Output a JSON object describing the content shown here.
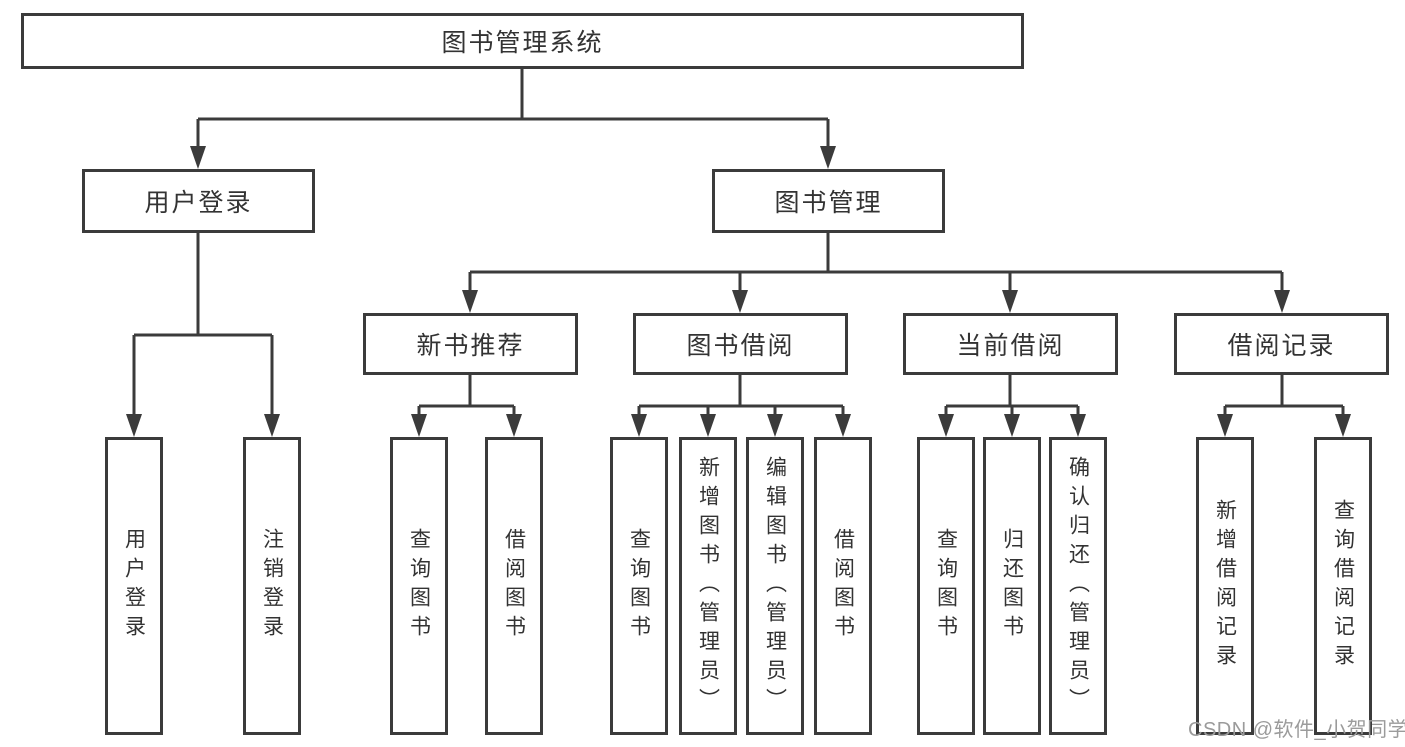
{
  "diagram": {
    "root": {
      "label": "图书管理系统"
    },
    "level2": [
      {
        "label": "用户登录",
        "parent": "图书管理系统"
      },
      {
        "label": "图书管理",
        "parent": "图书管理系统"
      }
    ],
    "level3": [
      {
        "label": "新书推荐",
        "parent": "图书管理"
      },
      {
        "label": "图书借阅",
        "parent": "图书管理"
      },
      {
        "label": "当前借阅",
        "parent": "图书管理"
      },
      {
        "label": "借阅记录",
        "parent": "图书管理"
      }
    ],
    "level4": [
      {
        "label": "用户登录",
        "parent": "用户登录"
      },
      {
        "label": "注销登录",
        "parent": "用户登录"
      },
      {
        "label": "查询图书",
        "parent": "新书推荐"
      },
      {
        "label": "借阅图书",
        "parent": "新书推荐"
      },
      {
        "label": "查询图书",
        "parent": "图书借阅"
      },
      {
        "label": "新增图书（管理员）",
        "parent": "图书借阅"
      },
      {
        "label": "编辑图书（管理员）",
        "parent": "图书借阅"
      },
      {
        "label": "借阅图书",
        "parent": "图书借阅"
      },
      {
        "label": "查询图书",
        "parent": "当前借阅"
      },
      {
        "label": "归还图书",
        "parent": "当前借阅"
      },
      {
        "label": "确认归还（管理员）",
        "parent": "当前借阅"
      },
      {
        "label": "新增借阅记录",
        "parent": "借阅记录"
      },
      {
        "label": "查询借阅记录",
        "parent": "借阅记录"
      }
    ],
    "watermark": "CSDN @软件_小贺同学",
    "colors": {
      "line": "#3b3b3b",
      "text": "#333333",
      "watermark": "#9b9b9b",
      "background": "#ffffff"
    }
  }
}
